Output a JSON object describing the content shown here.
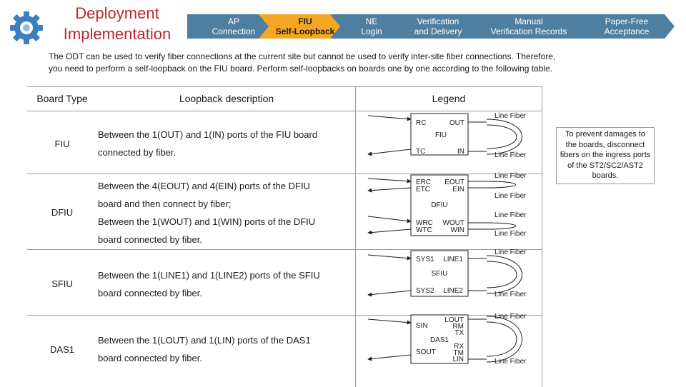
{
  "header": {
    "title_line1": "Deployment",
    "title_line2": "Implementation",
    "logo_icon": "gear-icon",
    "steps": [
      {
        "line1": "AP",
        "line2": "Connection",
        "active": false
      },
      {
        "line1": "FIU",
        "line2": "Self-Loopback",
        "active": true
      },
      {
        "line1": "NE",
        "line2": "Login",
        "active": false
      },
      {
        "line1": "Verification",
        "line2": "and Delivery",
        "active": false
      },
      {
        "line1": "Manual",
        "line2": "Verification Records",
        "active": false
      },
      {
        "line1": "Paper-Free",
        "line2": "Acceptance",
        "active": false
      }
    ],
    "colors": {
      "step_inactive": "#4f7fa0",
      "step_active": "#f6a623",
      "title": "#c0262d",
      "gear": "#3a7fc0"
    }
  },
  "intro": {
    "line1": "The ODT can be used to verify fiber connections at the current site but cannot be used to verify inter-site fiber connections. Therefore,",
    "line2": "you need to perform a self-loopback on the FIU board. Perform self-loopbacks on boards one by one according to the following table."
  },
  "table": {
    "headers": {
      "type": "Board Type",
      "description": "Loopback description",
      "legend": "Legend"
    },
    "rows": [
      {
        "type": "FIU",
        "desc_lines": [
          "Between the 1(OUT) and 1(IN) ports of the FIU board",
          "connected by fiber."
        ]
      },
      {
        "type": "DFIU",
        "desc_lines": [
          "Between the 4(EOUT) and 4(EIN) ports of the DFIU",
          "board and then connect by fiber;",
          "Between the 1(WOUT) and 1(WIN) ports of the DFIU",
          "board connected by fiber."
        ]
      },
      {
        "type": "SFIU",
        "desc_lines": [
          "Between the 1(LINE1) and 1(LINE2) ports of the SFIU",
          "board connected by fiber."
        ]
      },
      {
        "type": "DAS1",
        "desc_lines": [
          "Between the 1(LOUT) and 1(LIN) ports of the DAS1",
          "board connected by fiber."
        ]
      }
    ]
  },
  "legend": {
    "line_fiber": "Line Fiber",
    "fiu": {
      "board": "FIU",
      "rc": "RC",
      "out": "OUT",
      "tc": "TC",
      "in": "IN"
    },
    "dfiu": {
      "board": "DFIU",
      "erc": "ERC",
      "etc": "ETC",
      "eout": "EOUT",
      "ein": "EIN",
      "wrc": "WRC",
      "wtc": "WTC",
      "wout": "WOUT",
      "win": "WIN"
    },
    "sfiu": {
      "board": "SFIU",
      "sys1": "SYS1",
      "line1": "LINE1",
      "sys2": "SYS2",
      "line2": "LINE2"
    },
    "das1": {
      "board": "DAS1",
      "sin": "SIN",
      "lout": "LOUT",
      "rm": "RM",
      "tx": "TX",
      "sout": "SOUT",
      "rx": "RX",
      "tm": "TM",
      "lin": "LIN"
    }
  },
  "note": {
    "text": "To prevent damages to the boards, disconnect fibers on the ingress ports of the ST2/SC2/AST2 boards."
  }
}
